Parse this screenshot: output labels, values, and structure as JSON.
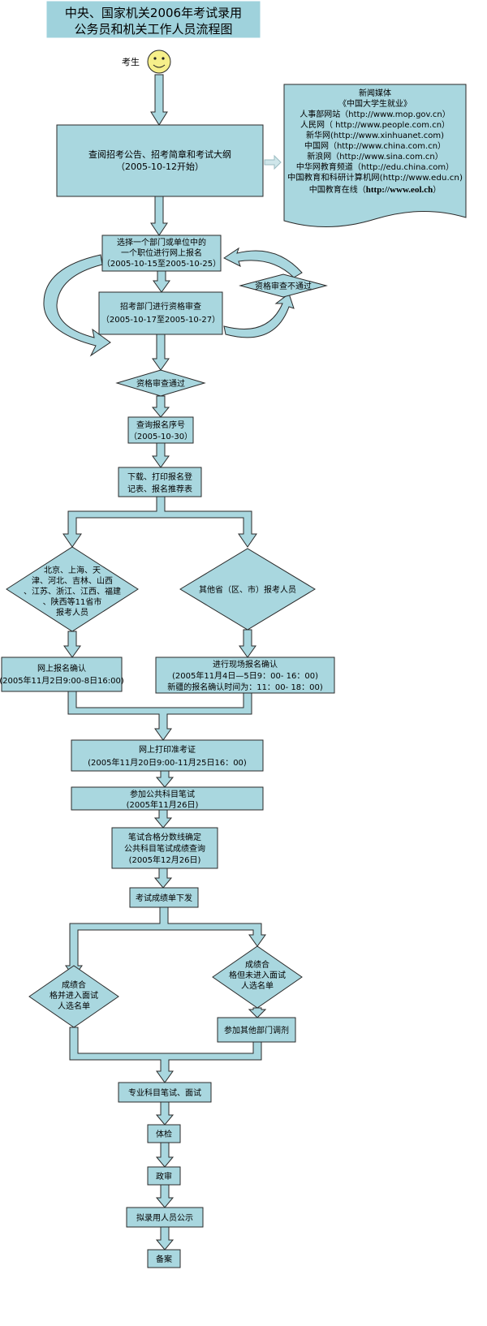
{
  "title": [
    "中央、国家机关2006年考试录用",
    "公务员和机关工作人员流程图"
  ],
  "start_label": "考生",
  "media": {
    "lines": [
      "新闻媒体",
      "《中国大学生就业》",
      "人事部网站（http://www.mop.gov.cn）",
      "人民网（ http://www.people.com.cn）",
      "新华网(http://www.xinhuanet.com)",
      "中国网（http://www.china.com.cn）",
      "新浪网（http://www.sina.com.cn）",
      "中华网教育频道（http://edu.china.com）",
      "中国教育和科研计算机网(http://www.edu.cn)",
      "中国教育在线（"
    ],
    "eol": "http://www.eol.ch",
    "eol_close": "）"
  },
  "steps": {
    "announce": [
      "查阅招考公告、招考简章和考试大纲",
      "（2005-10-12开始）"
    ],
    "register": [
      "选择一个部门或单位中的",
      "一个职位进行网上报名",
      "（2005-10-15至2005-10-25）"
    ],
    "review": [
      "招考部门进行资格审查",
      "（2005-10-17至2005-10-27）"
    ],
    "review_fail": "资格审查不通过",
    "review_pass": "资格审查通过",
    "query": [
      "查询报名序号",
      "（2005-10-30）"
    ],
    "download": [
      "下载、打印报名登",
      "记表、报名推荐表"
    ],
    "region11": [
      "北京、上海、天",
      "津、河北、吉林、山西",
      "、江苏、浙江、江西、福建",
      "、陕西等11省市",
      "报考人员"
    ],
    "other": "其他省（区、市）报考人员",
    "online_confirm": [
      "网上报名确认",
      "(2005年11月2日9:00-8日16:00)"
    ],
    "onsite_confirm": [
      "进行现场报名确认",
      "(2005年11月4日—5日9：00- 16：00)",
      "新疆的报名确认时间为：11：00- 18：00)"
    ],
    "print_ticket": [
      "网上打印准考证",
      "(2005年11月20日9:00-11月25日16：00)"
    ],
    "exam": [
      "参加公共科目笔试",
      "(2005年11月26日)"
    ],
    "score": [
      "笔试合格分数线确定",
      "公共科目笔试成绩查询",
      "(2005年12月26日)"
    ],
    "result": "考试成绩单下发",
    "enter": [
      "成绩合",
      "格并进入面试",
      "人选名单"
    ],
    "not_enter": [
      "成绩合",
      "格但未进入面试",
      "人选名单"
    ],
    "adjust": "参加其他部门调剂",
    "interview": "专业科目笔试、面试",
    "physical": "体检",
    "political": "政审",
    "publicity": "拟录用人员公示",
    "record": "备案"
  }
}
